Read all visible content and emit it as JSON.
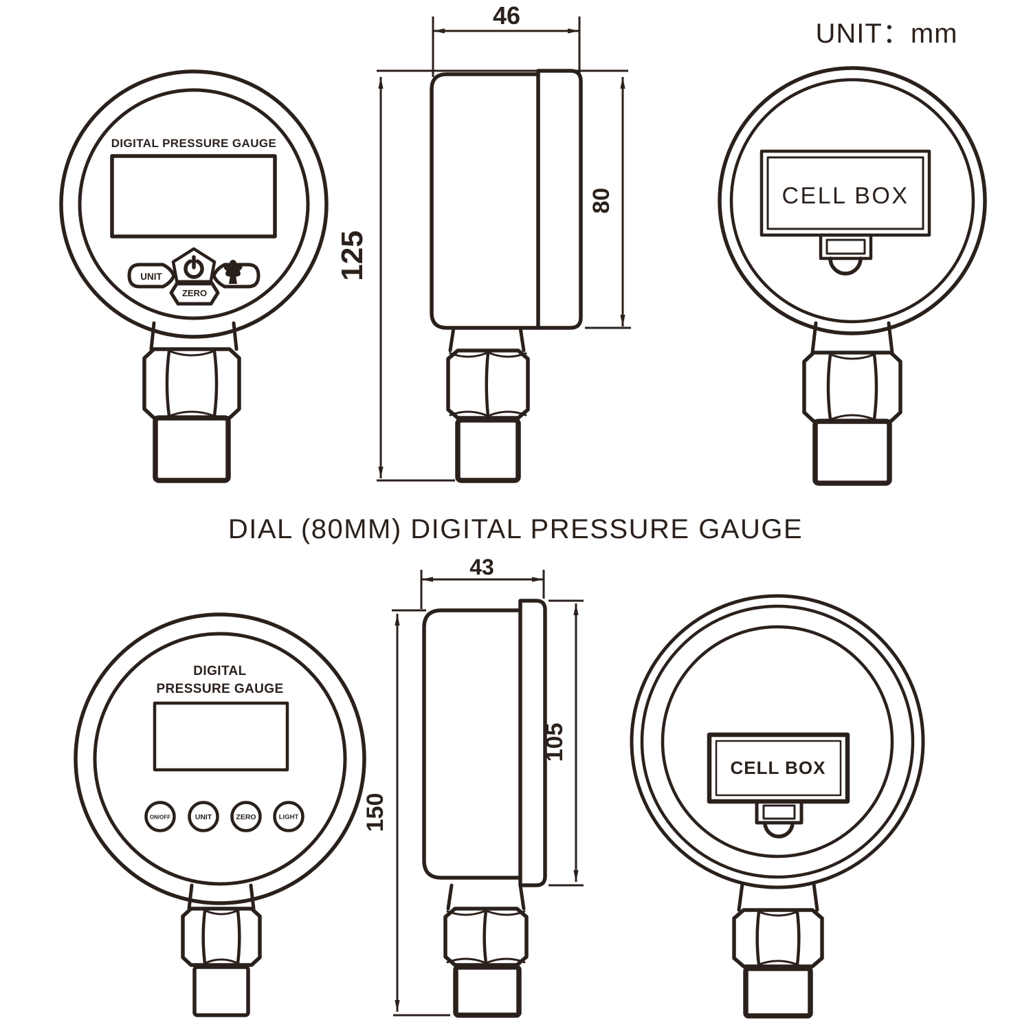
{
  "meta": {
    "unit_note": "UNIT：mm",
    "title": "DIAL (80MM) DIGITAL PRESSURE GAUGE",
    "ink_color": "#2b211c",
    "background_color": "#ffffff"
  },
  "top_gauge": {
    "front": {
      "label": "DIGITAL PRESSURE GAUGE",
      "buttons": {
        "unit": "UNIT",
        "zero": "ZERO",
        "power_icon": "power-symbol",
        "light_icon": "backlight-lamp"
      }
    },
    "side": {
      "dim_depth": "46",
      "dim_height": "125",
      "dim_dial": "80"
    },
    "back": {
      "label": "CELL BOX"
    }
  },
  "bottom_gauge": {
    "front": {
      "label_line1": "DIGITAL",
      "label_line2": "PRESSURE GAUGE",
      "buttons": [
        "ON/OFF",
        "UNIT",
        "ZERO",
        "LIGHT"
      ]
    },
    "side": {
      "dim_depth": "43",
      "dim_height": "150",
      "dim_dial": "105"
    },
    "back": {
      "label": "CELL BOX"
    }
  }
}
